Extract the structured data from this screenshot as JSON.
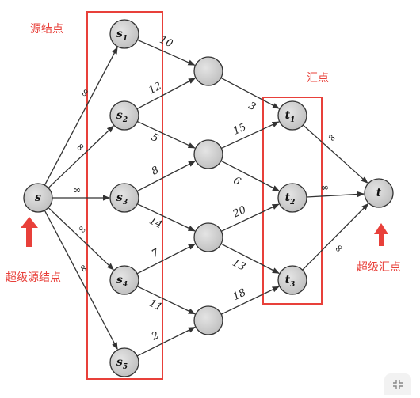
{
  "annotations": {
    "source_nodes": "源结点",
    "sink_nodes": "汇点",
    "super_source": "超级源结点",
    "super_sink": "超级汇点"
  },
  "colors": {
    "box": "#e8403a",
    "arrow": "#e8403a",
    "node_fill": "#cfcfcf",
    "edge": "#333333"
  },
  "icons": {
    "corner": "collapse-icon"
  },
  "nodes": [
    {
      "id": "s",
      "base": "s",
      "sub": ""
    },
    {
      "id": "s1",
      "base": "s",
      "sub": "1"
    },
    {
      "id": "s2",
      "base": "s",
      "sub": "2"
    },
    {
      "id": "s3",
      "base": "s",
      "sub": "3"
    },
    {
      "id": "s4",
      "base": "s",
      "sub": "4"
    },
    {
      "id": "s5",
      "base": "s",
      "sub": "5"
    },
    {
      "id": "m1",
      "base": "",
      "sub": ""
    },
    {
      "id": "m2",
      "base": "",
      "sub": ""
    },
    {
      "id": "m3",
      "base": "",
      "sub": ""
    },
    {
      "id": "m4",
      "base": "",
      "sub": ""
    },
    {
      "id": "t1",
      "base": "t",
      "sub": "1"
    },
    {
      "id": "t2",
      "base": "t",
      "sub": "2"
    },
    {
      "id": "t3",
      "base": "t",
      "sub": "3"
    },
    {
      "id": "t",
      "base": "t",
      "sub": ""
    }
  ],
  "edges": [
    {
      "from": "s",
      "to": "s1",
      "label": "∞"
    },
    {
      "from": "s",
      "to": "s2",
      "label": "∞"
    },
    {
      "from": "s",
      "to": "s3",
      "label": "∞"
    },
    {
      "from": "s",
      "to": "s4",
      "label": "∞"
    },
    {
      "from": "s",
      "to": "s5",
      "label": "∞"
    },
    {
      "from": "s1",
      "to": "m1",
      "label": "10"
    },
    {
      "from": "s2",
      "to": "m1",
      "label": "12"
    },
    {
      "from": "s2",
      "to": "m2",
      "label": "5"
    },
    {
      "from": "s3",
      "to": "m2",
      "label": "8"
    },
    {
      "from": "s3",
      "to": "m3",
      "label": "14"
    },
    {
      "from": "s4",
      "to": "m3",
      "label": "7"
    },
    {
      "from": "s4",
      "to": "m4",
      "label": "11"
    },
    {
      "from": "s5",
      "to": "m4",
      "label": "2"
    },
    {
      "from": "m1",
      "to": "t1",
      "label": "3"
    },
    {
      "from": "m2",
      "to": "t1",
      "label": "15"
    },
    {
      "from": "m2",
      "to": "t2",
      "label": "6"
    },
    {
      "from": "m3",
      "to": "t2",
      "label": "20"
    },
    {
      "from": "m3",
      "to": "t3",
      "label": "13"
    },
    {
      "from": "m4",
      "to": "t3",
      "label": "18"
    },
    {
      "from": "t1",
      "to": "t",
      "label": "∞"
    },
    {
      "from": "t2",
      "to": "t",
      "label": "∞"
    },
    {
      "from": "t3",
      "to": "t",
      "label": "∞"
    }
  ]
}
